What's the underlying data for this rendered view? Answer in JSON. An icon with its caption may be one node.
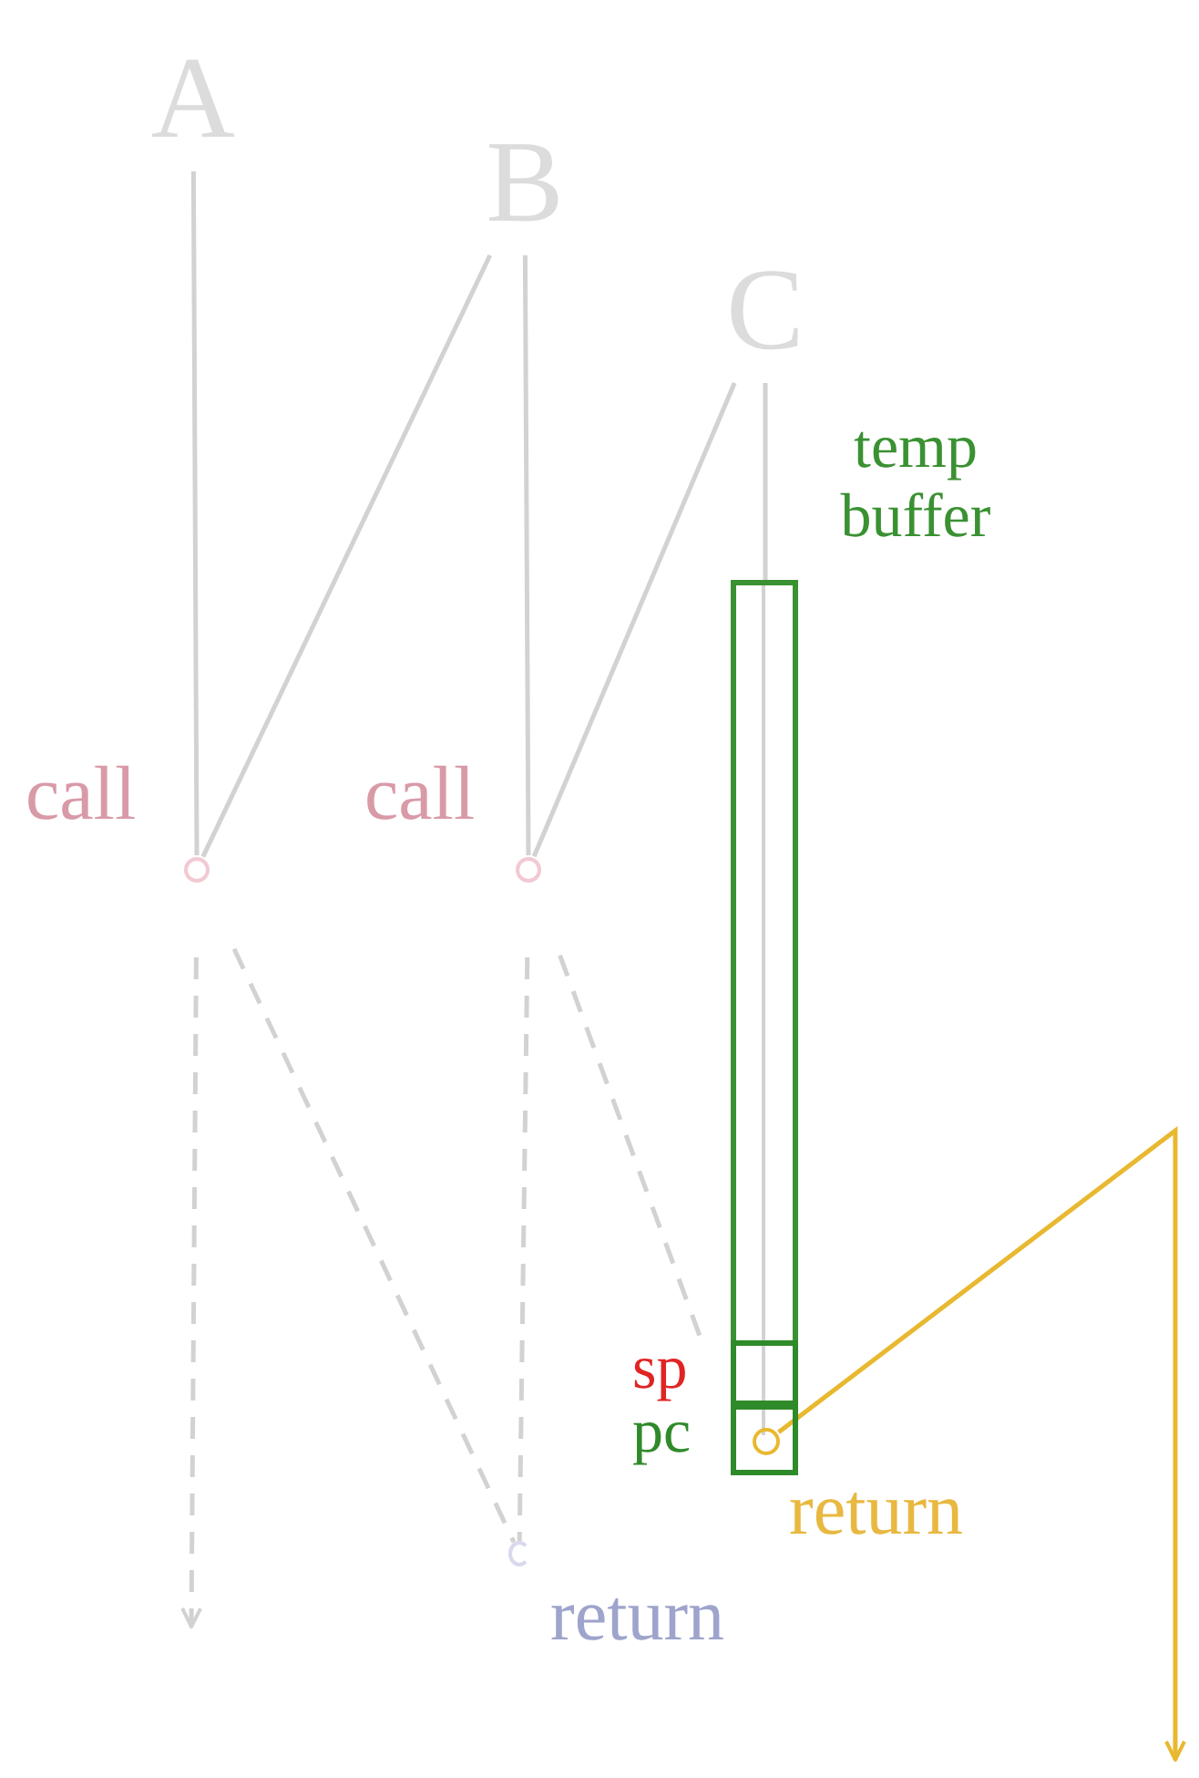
{
  "diagram": {
    "nodes": [
      {
        "text": [
          "A"
        ]
      },
      {
        "text": [
          "B"
        ]
      },
      {
        "text": [
          "C"
        ]
      },
      {
        "text": [
          "temp buffer"
        ]
      },
      {
        "text": [
          "sp"
        ],
        "in": 3
      },
      {
        "text": [
          "pc"
        ],
        "in": 3
      },
      {
        "text": [],
        "shape": "circle",
        "beside": [
          "call"
        ]
      },
      {
        "text": [],
        "shape": "circle",
        "beside": [
          "call"
        ]
      },
      {
        "text": [],
        "shape": "circle",
        "in": 5,
        "beside": [
          "return"
        ]
      },
      {
        "text": [],
        "shape": "circle",
        "beside": [
          "return"
        ]
      }
    ],
    "edges": [
      {
        "from": 0,
        "to": 6,
        "arrow": "none"
      },
      {
        "from": 6,
        "to": 1,
        "arrow": "none"
      },
      {
        "from": 1,
        "to": 7,
        "arrow": "none"
      },
      {
        "from": 7,
        "to": 2,
        "arrow": "none"
      },
      {
        "from": 2,
        "to": 3,
        "arrow": "none"
      },
      {
        "from": 6,
        "to": null,
        "arrow": "to",
        "style": "dashed"
      },
      {
        "from": 6,
        "to": 9,
        "arrow": "none",
        "style": "dashed"
      },
      {
        "from": 7,
        "to": 9,
        "arrow": "none",
        "style": "dashed"
      },
      {
        "from": 7,
        "to": 4,
        "arrow": "none",
        "style": "dashed"
      },
      {
        "from": 8,
        "to": null,
        "arrow": "to",
        "color": "#e8b830"
      }
    ]
  }
}
